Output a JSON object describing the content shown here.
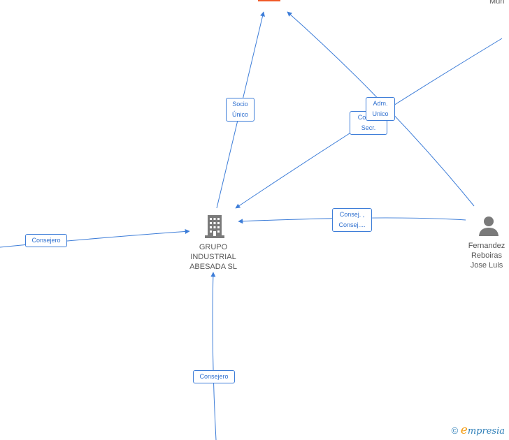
{
  "nodes": {
    "company": {
      "lines": [
        "GRUPO",
        "INDUSTRIAL",
        "ABESADA  SL"
      ],
      "icon": "building-icon"
    },
    "person_right": {
      "lines": [
        "Fernandez",
        "Reboiras",
        "Jose Luis"
      ],
      "icon": "person-icon"
    },
    "top_right_partial": "Mun"
  },
  "edges": {
    "socio": [
      "Socio",
      "Único"
    ],
    "adm": [
      "Adm.",
      "Unico"
    ],
    "consej_secr": [
      "Consej.",
      "Secr."
    ],
    "consej_right": [
      "Consej. ,",
      "Consej...."
    ],
    "consejero_left": [
      "Consejero"
    ],
    "consejero_bottom": [
      "Consejero"
    ]
  },
  "watermark": {
    "symbol": "©",
    "brand_first": "e",
    "brand_rest": "mpresia"
  },
  "colors": {
    "edge": "#3d7dd8",
    "node_icon": "#7a7a7a",
    "accent_node": "#f05a28"
  }
}
